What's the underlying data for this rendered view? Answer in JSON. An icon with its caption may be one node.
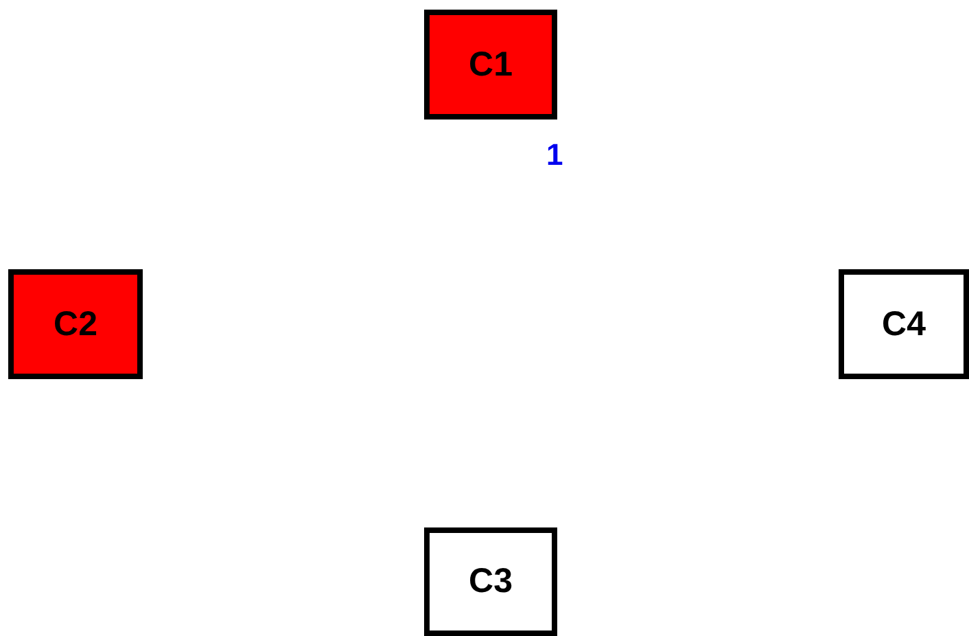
{
  "diagram": {
    "nodes": [
      {
        "text": [
          "C1"
        ]
      },
      {
        "text": [
          "C2"
        ]
      },
      {
        "text": [
          "C4"
        ]
      },
      {
        "text": [
          "C3"
        ]
      }
    ],
    "edges": [],
    "labels": [
      "1"
    ]
  }
}
